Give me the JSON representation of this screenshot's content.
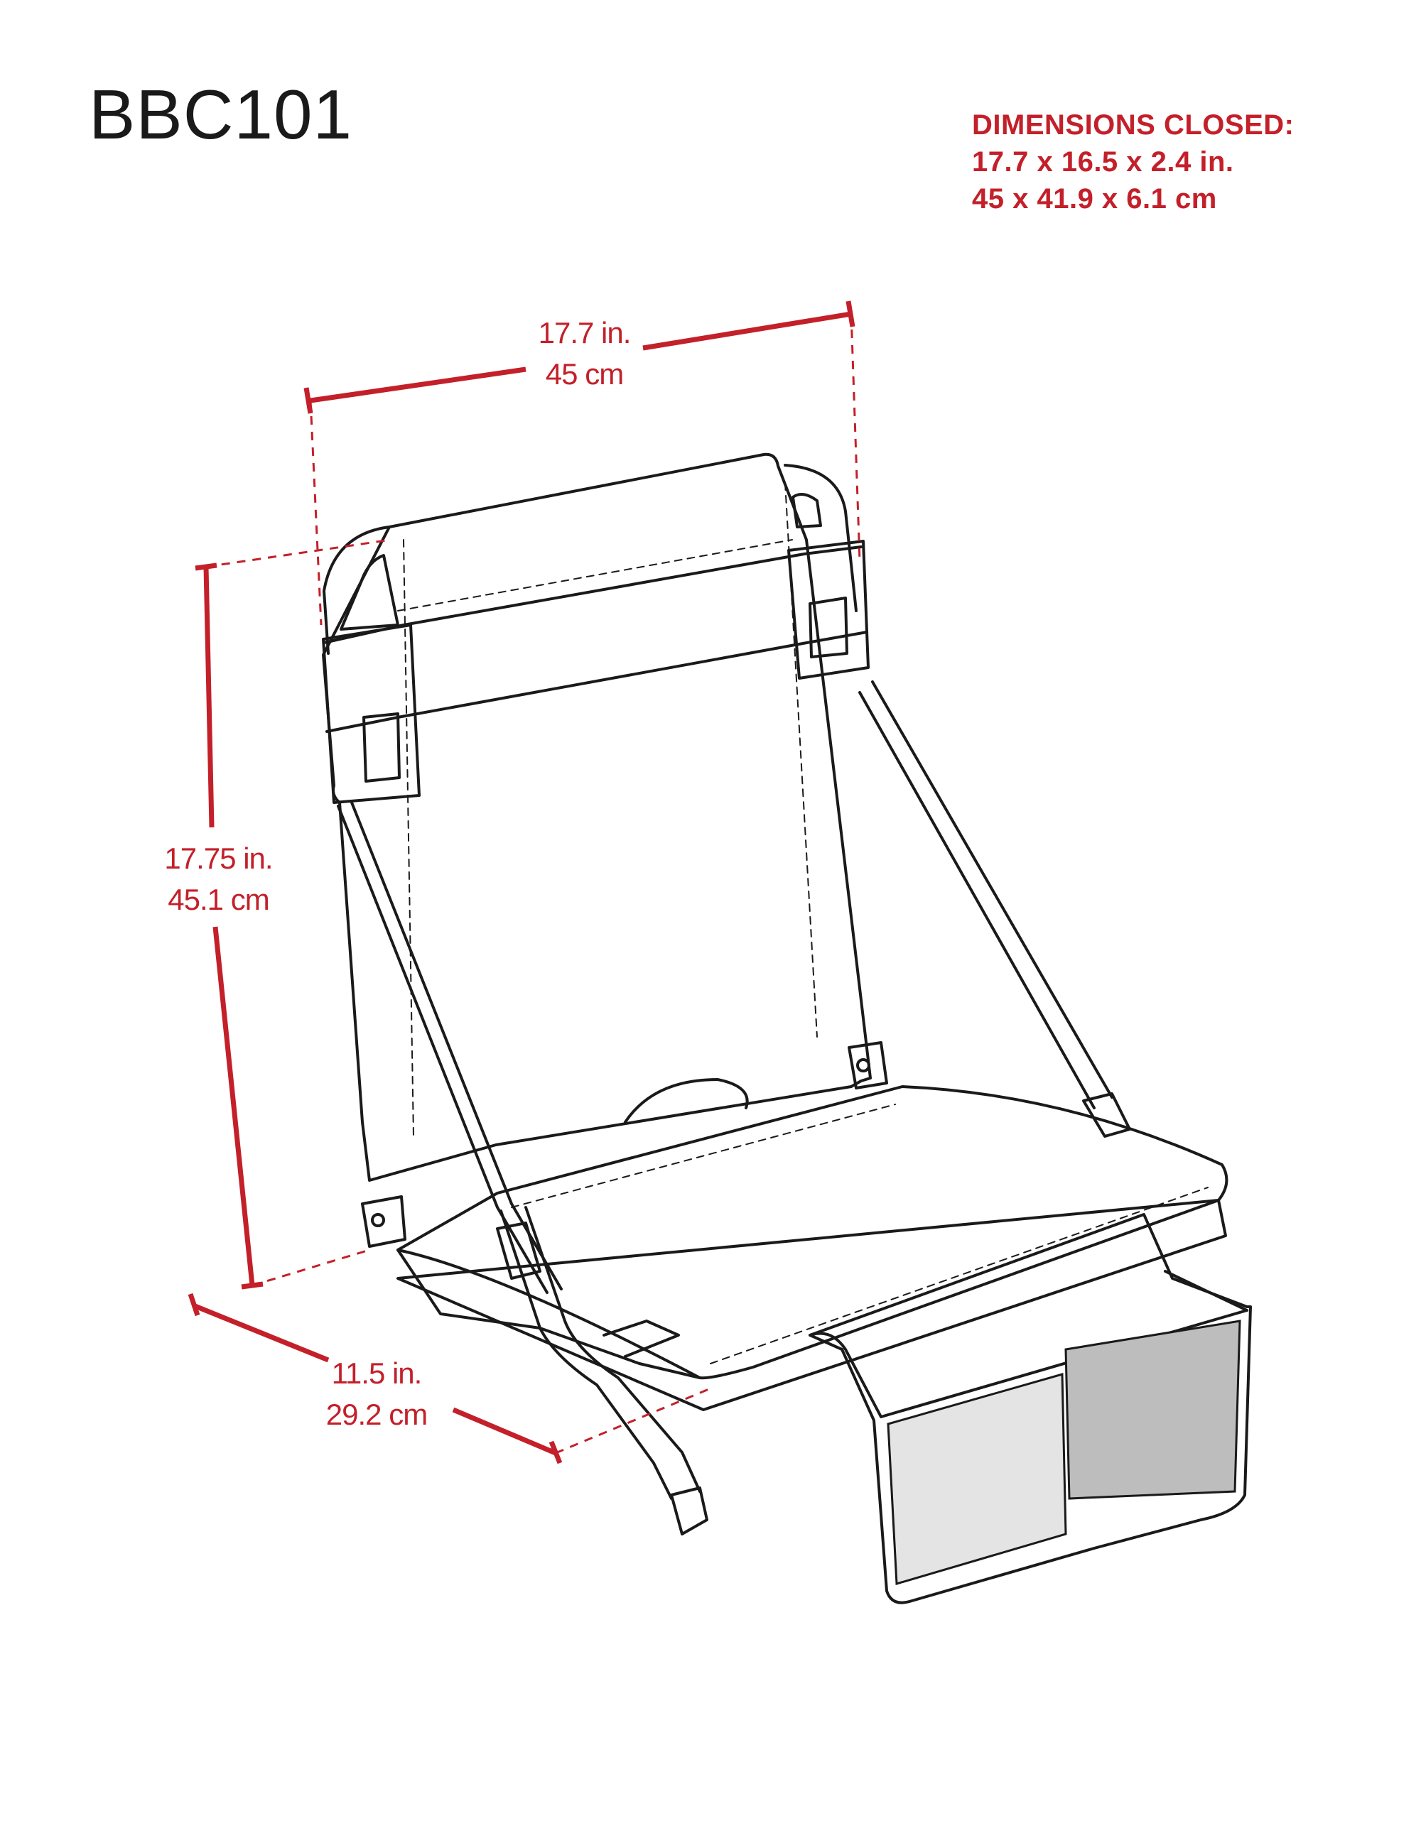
{
  "title": "BBC101",
  "closed": {
    "heading": "DIMENSIONS CLOSED:",
    "inches": "17.7  x  16.5  x  2.4 in.",
    "cm": "45  x  41.9  x  6.1 cm"
  },
  "dimensions": {
    "width": {
      "imperial": "17.7 in.",
      "metric": "45 cm"
    },
    "height": {
      "imperial": "17.75 in.",
      "metric": "45.1 cm"
    },
    "depth": {
      "imperial": "11.5 in.",
      "metric": "29.2 cm"
    }
  },
  "colors": {
    "accent": "#c3202a",
    "line": "#1a1a1a",
    "mesh": "#e4e4e4",
    "mesh_dark": "#bdbdbd"
  }
}
